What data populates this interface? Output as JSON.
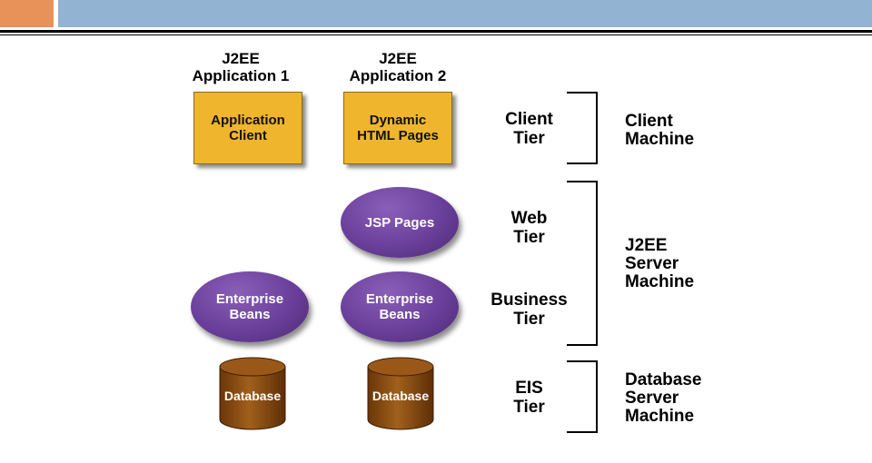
{
  "columns": [
    {
      "heading": "J2EE\nApplication 1"
    },
    {
      "heading": "J2EE\nApplication 2"
    }
  ],
  "client_boxes": [
    "Application\nClient",
    "Dynamic\nHTML Pages"
  ],
  "web_component": "JSP Pages",
  "business_components": [
    "Enterprise\nBeans",
    "Enterprise\nBeans"
  ],
  "databases": [
    "Database",
    "Database"
  ],
  "tiers": [
    "Client\nTier",
    "Web\nTier",
    "Business\nTier",
    "EIS\nTier"
  ],
  "machines": [
    "Client\nMachine",
    "J2EE\nServer\nMachine",
    "Database\nServer\nMachine"
  ],
  "colors": {
    "header_accent": "#e8925a",
    "header_bar": "#93b3d2",
    "client_box": "#efb52c",
    "component_oval": "#6a3f9a",
    "database": "#8b4a10"
  }
}
